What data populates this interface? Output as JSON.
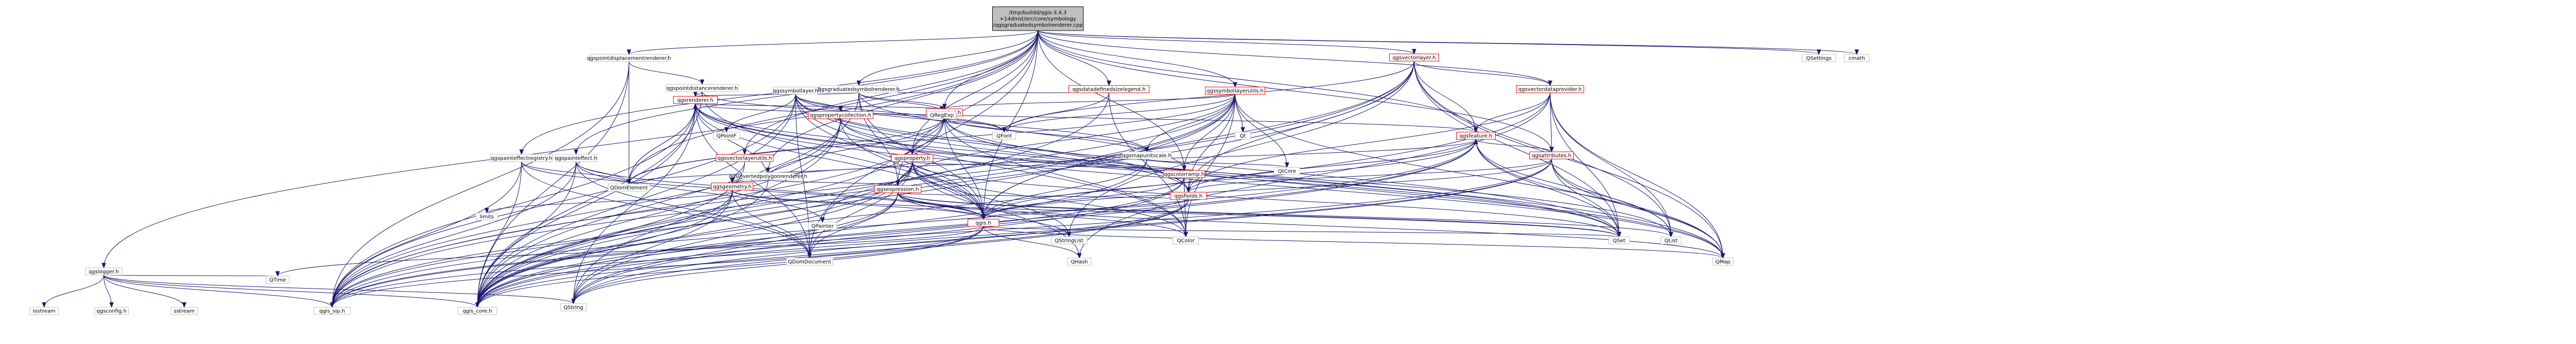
{
  "colors": {
    "root_fill": "#bfbfbf",
    "root_stroke": "#000000",
    "normal_stroke": "#bfbfbf",
    "linked_stroke": "#ff0000",
    "node_fill": "#ffffff",
    "edge": "#191970"
  },
  "nodes": [
    {
      "id": "root",
      "label": [
        "/tmp/buildd/qgis-3.4.3",
        "+14dmst/src/core/symbology",
        "/qgsgraduatedsymbolrenderer.cpp"
      ],
      "kind": "root"
    },
    {
      "id": "pointdisp",
      "label": [
        "qgspointdisplacementrenderer.h"
      ],
      "kind": "normal"
    },
    {
      "id": "pointdist",
      "label": [
        "qgspointdistancerenderer.h"
      ],
      "kind": "normal"
    },
    {
      "id": "invpoly",
      "label": [
        "qgsinvertedpolygonrenderer.h"
      ],
      "kind": "normal"
    },
    {
      "id": "gradsym",
      "label": [
        "qgsgraduatedsymbolrenderer.h"
      ],
      "kind": "normal"
    },
    {
      "id": "renderer",
      "label": [
        "qgsrenderer.h"
      ],
      "kind": "linked"
    },
    {
      "id": "symlayer",
      "label": [
        "qgssymbollayer.h"
      ],
      "kind": "normal"
    },
    {
      "id": "datadefsize",
      "label": [
        "qgsdatadefinedsizelegend.h"
      ],
      "kind": "linked"
    },
    {
      "id": "symlayerutils",
      "label": [
        "qgssymbollayerutils.h"
      ],
      "kind": "linked"
    },
    {
      "id": "vectorlayer",
      "label": [
        "qgsvectorlayer.h"
      ],
      "kind": "linked"
    },
    {
      "id": "vectordataprovider",
      "label": [
        "qgsvectordataprovider.h"
      ],
      "kind": "linked"
    },
    {
      "id": "painteffectreg",
      "label": [
        "qgspainteffectregistry.h"
      ],
      "kind": "normal"
    },
    {
      "id": "painteffect",
      "label": [
        "qgspainteffect.h"
      ],
      "kind": "normal"
    },
    {
      "id": "propcoll",
      "label": [
        "qgspropertycollection.h"
      ],
      "kind": "linked"
    },
    {
      "id": "symbol",
      "label": [
        "qgssymbol.h"
      ],
      "kind": "linked"
    },
    {
      "id": "vectorlayerutils",
      "label": [
        "qgsvectorlayerutils.h"
      ],
      "kind": "linked"
    },
    {
      "id": "property",
      "label": [
        "qgsproperty.h"
      ],
      "kind": "linked"
    },
    {
      "id": "mapunitscale",
      "label": [
        "qgsmapunitscale.h"
      ],
      "kind": "normal"
    },
    {
      "id": "colorramp",
      "label": [
        "qgscolorramp.h"
      ],
      "kind": "linked"
    },
    {
      "id": "feature",
      "label": [
        "qgsfeature.h"
      ],
      "kind": "linked"
    },
    {
      "id": "attributes",
      "label": [
        "qgsattributes.h"
      ],
      "kind": "linked"
    },
    {
      "id": "geometry",
      "label": [
        "qgsgeometry.h"
      ],
      "kind": "linked"
    },
    {
      "id": "expression",
      "label": [
        "qgsexpression.h"
      ],
      "kind": "linked"
    },
    {
      "id": "fields",
      "label": [
        "qgsfields.h"
      ],
      "kind": "linked"
    },
    {
      "id": "qgis",
      "label": [
        "qgis.h"
      ],
      "kind": "linked"
    },
    {
      "id": "qgslogger",
      "label": [
        "qgslogger.h"
      ],
      "kind": "normal"
    },
    {
      "id": "qsettings",
      "label": [
        "QSettings"
      ],
      "kind": "normal"
    },
    {
      "id": "cmath",
      "label": [
        "cmath"
      ],
      "kind": "normal"
    },
    {
      "id": "qregexp",
      "label": [
        "QRegExp"
      ],
      "kind": "normal"
    },
    {
      "id": "qfont",
      "label": [
        "QFont"
      ],
      "kind": "normal"
    },
    {
      "id": "qcolor",
      "label": [
        "QColor"
      ],
      "kind": "normal"
    },
    {
      "id": "qdomelement",
      "label": [
        "QDomElement"
      ],
      "kind": "normal"
    },
    {
      "id": "qpainter",
      "label": [
        "QPainter"
      ],
      "kind": "normal"
    },
    {
      "id": "qdomdocument",
      "label": [
        "QDomDocument"
      ],
      "kind": "normal"
    },
    {
      "id": "qtcore",
      "label": [
        "QtCore"
      ],
      "kind": "normal"
    },
    {
      "id": "qt",
      "label": [
        "Qt"
      ],
      "kind": "normal"
    },
    {
      "id": "qpointf",
      "label": [
        "QPointF"
      ],
      "kind": "normal"
    },
    {
      "id": "limits",
      "label": [
        "limits"
      ],
      "kind": "normal"
    },
    {
      "id": "qstringlist",
      "label": [
        "QStringList"
      ],
      "kind": "normal"
    },
    {
      "id": "qset",
      "label": [
        "QSet"
      ],
      "kind": "normal"
    },
    {
      "id": "qlist",
      "label": [
        "QList"
      ],
      "kind": "normal"
    },
    {
      "id": "qmap",
      "label": [
        "QMap"
      ],
      "kind": "normal"
    },
    {
      "id": "qhash",
      "label": [
        "QHash"
      ],
      "kind": "normal"
    },
    {
      "id": "qstring",
      "label": [
        "QString"
      ],
      "kind": "normal"
    },
    {
      "id": "qtime",
      "label": [
        "QTime"
      ],
      "kind": "normal"
    },
    {
      "id": "qgis_sip",
      "label": [
        "qgis_sip.h"
      ],
      "kind": "normal"
    },
    {
      "id": "qgis_core",
      "label": [
        "qgis_core.h"
      ],
      "kind": "normal"
    },
    {
      "id": "iostream",
      "label": [
        "iostream"
      ],
      "kind": "normal"
    },
    {
      "id": "qgsconfig",
      "label": [
        "qgsconfig.h"
      ],
      "kind": "normal"
    },
    {
      "id": "sstream",
      "label": [
        "sstream"
      ],
      "kind": "normal"
    }
  ],
  "edges": [
    [
      "root",
      "qgslogger"
    ],
    [
      "root",
      "pointdisp"
    ],
    [
      "root",
      "invpoly"
    ],
    [
      "root",
      "gradsym"
    ],
    [
      "root",
      "symlayerutils"
    ],
    [
      "root",
      "vectorlayer"
    ],
    [
      "root",
      "vectordataprovider"
    ],
    [
      "root",
      "painteffectreg"
    ],
    [
      "root",
      "datadefsize"
    ],
    [
      "root",
      "symbol"
    ],
    [
      "root",
      "qsettings"
    ],
    [
      "root",
      "cmath"
    ],
    [
      "root",
      "attributes"
    ],
    [
      "root",
      "qdomdocument"
    ],
    [
      "root",
      "qdomelement"
    ],
    [
      "root",
      "qgis"
    ],
    [
      "root",
      "property"
    ],
    [
      "root",
      "expression"
    ],
    [
      "root",
      "colorramp"
    ],
    [
      "root",
      "feature"
    ],
    [
      "root",
      "painteffect"
    ],
    [
      "root",
      "vectorlayerutils"
    ],
    [
      "pointdisp",
      "pointdist"
    ],
    [
      "pointdisp",
      "qgis_core"
    ],
    [
      "pointdisp",
      "qgis_sip"
    ],
    [
      "pointdisp",
      "qdomelement"
    ],
    [
      "pointdist",
      "renderer"
    ],
    [
      "pointdist",
      "qgis"
    ],
    [
      "pointdist",
      "qfont"
    ],
    [
      "pointdist",
      "qgis_core"
    ],
    [
      "invpoly",
      "renderer"
    ],
    [
      "invpoly",
      "symbol"
    ],
    [
      "invpoly",
      "expression"
    ],
    [
      "invpoly",
      "feature"
    ],
    [
      "invpoly",
      "geometry"
    ],
    [
      "invpoly",
      "qgis_core"
    ],
    [
      "gradsym",
      "renderer"
    ],
    [
      "gradsym",
      "symbol"
    ],
    [
      "gradsym",
      "datadefsize"
    ],
    [
      "gradsym",
      "expression"
    ],
    [
      "gradsym",
      "qgis"
    ],
    [
      "gradsym",
      "qregexp"
    ],
    [
      "gradsym",
      "qgis_core"
    ],
    [
      "gradsym",
      "colorramp"
    ],
    [
      "renderer",
      "symbol"
    ],
    [
      "renderer",
      "fields"
    ],
    [
      "renderer",
      "feature"
    ],
    [
      "renderer",
      "qgis"
    ],
    [
      "renderer",
      "qdomelement"
    ],
    [
      "renderer",
      "qdomdocument"
    ],
    [
      "renderer",
      "qgis_core"
    ],
    [
      "renderer",
      "qgis_sip"
    ],
    [
      "renderer",
      "qset"
    ],
    [
      "renderer",
      "qstring"
    ],
    [
      "renderer",
      "qlist"
    ],
    [
      "renderer",
      "qmap"
    ],
    [
      "renderer",
      "qdomelement"
    ],
    [
      "symlayer",
      "qcolor"
    ],
    [
      "symlayer",
      "qfont"
    ],
    [
      "symlayer",
      "qpointf"
    ],
    [
      "symlayer",
      "mapunitscale"
    ],
    [
      "symlayer",
      "qgis"
    ],
    [
      "symlayer",
      "propcoll"
    ],
    [
      "symlayer",
      "fields"
    ],
    [
      "symlayer",
      "qgis_core"
    ],
    [
      "symlayer",
      "qgis_sip"
    ],
    [
      "symlayer",
      "qmap"
    ],
    [
      "symlayer",
      "qset"
    ],
    [
      "symlayer",
      "qdomdocument"
    ],
    [
      "datadefsize",
      "qcolor"
    ],
    [
      "datadefsize",
      "qfont"
    ],
    [
      "datadefsize",
      "qgis_core"
    ],
    [
      "symlayerutils",
      "qmap"
    ],
    [
      "symlayerutils",
      "qdomelement"
    ],
    [
      "symlayerutils",
      "qcolor"
    ],
    [
      "symlayerutils",
      "qpainter"
    ],
    [
      "symlayerutils",
      "qfont"
    ],
    [
      "symlayerutils",
      "qt"
    ],
    [
      "symlayerutils",
      "qtcore"
    ],
    [
      "symlayerutils",
      "qgis_core"
    ],
    [
      "symlayerutils",
      "qgis_sip"
    ],
    [
      "symlayerutils",
      "symbol"
    ],
    [
      "symlayerutils",
      "mapunitscale"
    ],
    [
      "symlayerutils",
      "colorramp"
    ],
    [
      "symlayerutils",
      "fields"
    ],
    [
      "symlayerutils",
      "qgis"
    ],
    [
      "symlayerutils",
      "expression"
    ],
    [
      "vectorlayer",
      "qgis_core"
    ],
    [
      "vectorlayer",
      "qmap"
    ],
    [
      "vectorlayer",
      "qset"
    ],
    [
      "vectorlayer",
      "qlist"
    ],
    [
      "vectorlayer",
      "qstringlist"
    ],
    [
      "vectorlayer",
      "qfont"
    ],
    [
      "vectorlayer",
      "qgis"
    ],
    [
      "vectorlayer",
      "feature"
    ],
    [
      "vectorlayer",
      "fields"
    ],
    [
      "vectorlayer",
      "vectordataprovider"
    ],
    [
      "vectorlayer",
      "qgis_sip"
    ],
    [
      "vectordataprovider",
      "qgis_core"
    ],
    [
      "vectordataprovider",
      "qset"
    ],
    [
      "vectordataprovider",
      "qmap"
    ],
    [
      "vectordataprovider",
      "qhash"
    ],
    [
      "vectordataprovider",
      "qlist"
    ],
    [
      "vectordataprovider",
      "feature"
    ],
    [
      "vectordataprovider",
      "attributes"
    ],
    [
      "vectordataprovider",
      "fields"
    ],
    [
      "painteffectreg",
      "qgis_core"
    ],
    [
      "painteffectreg",
      "qgis"
    ],
    [
      "painteffectreg",
      "qgis_sip"
    ],
    [
      "painteffectreg",
      "qdomelement"
    ],
    [
      "painteffectreg",
      "qdomdocument"
    ],
    [
      "painteffect",
      "qgis_core"
    ],
    [
      "painteffect",
      "qgis"
    ],
    [
      "painteffect",
      "qpainter"
    ],
    [
      "painteffect",
      "qdomelement"
    ],
    [
      "painteffect",
      "qgis_sip"
    ],
    [
      "painteffect",
      "qdomdocument"
    ],
    [
      "propcoll",
      "qgis_core"
    ],
    [
      "propcoll",
      "qgis_sip"
    ],
    [
      "propcoll",
      "qgis"
    ],
    [
      "propcoll",
      "property"
    ],
    [
      "propcoll",
      "qstring"
    ],
    [
      "propcoll",
      "qset"
    ],
    [
      "symbol",
      "qgis_core"
    ],
    [
      "symbol",
      "qgis"
    ],
    [
      "symbol",
      "qmap"
    ],
    [
      "symbol",
      "mapunitscale"
    ],
    [
      "symbol",
      "property"
    ],
    [
      "symbol",
      "fields"
    ],
    [
      "symbol",
      "qgis_sip"
    ],
    [
      "symbol",
      "qdomelement"
    ],
    [
      "symbol",
      "qcolor"
    ],
    [
      "vectorlayerutils",
      "qgis_core"
    ],
    [
      "vectorlayerutils",
      "geometry"
    ],
    [
      "property",
      "qgis_core"
    ],
    [
      "property",
      "qgis"
    ],
    [
      "property",
      "qgis_sip"
    ],
    [
      "property",
      "expression"
    ],
    [
      "property",
      "colorramp"
    ],
    [
      "property",
      "qdomelement"
    ],
    [
      "property",
      "qdomdocument"
    ],
    [
      "property",
      "qcolor"
    ],
    [
      "property",
      "qstringlist"
    ],
    [
      "property",
      "qhash"
    ],
    [
      "property",
      "qvariant_skip"
    ],
    [
      "property",
      "qstring"
    ],
    [
      "property",
      "qset"
    ],
    [
      "mapunitscale",
      "qtcore"
    ],
    [
      "mapunitscale",
      "qgis_core"
    ],
    [
      "mapunitscale",
      "qgis"
    ],
    [
      "colorramp",
      "qgis_core"
    ],
    [
      "colorramp",
      "qgis_sip"
    ],
    [
      "colorramp",
      "qgis"
    ],
    [
      "colorramp",
      "qcolor"
    ],
    [
      "feature",
      "qgis_core"
    ],
    [
      "feature",
      "qgis_sip"
    ],
    [
      "feature",
      "qgis"
    ],
    [
      "feature",
      "qlist"
    ],
    [
      "feature",
      "qset"
    ],
    [
      "feature",
      "qmap"
    ],
    [
      "feature",
      "qvector_skip"
    ],
    [
      "feature",
      "fields"
    ],
    [
      "feature",
      "attributes"
    ],
    [
      "feature",
      "qdomdocument_skip"
    ],
    [
      "feature",
      "qstring"
    ],
    [
      "attributes",
      "qgis_core"
    ],
    [
      "attributes",
      "qmap"
    ],
    [
      "attributes",
      "qstring"
    ],
    [
      "attributes",
      "qlist"
    ],
    [
      "attributes",
      "qgis"
    ],
    [
      "attributes",
      "fields"
    ],
    [
      "attributes",
      "qset"
    ],
    [
      "attributes",
      "qgis_sip"
    ],
    [
      "geometry",
      "qgis_core"
    ],
    [
      "geometry",
      "qgis_sip"
    ],
    [
      "geometry",
      "qgis"
    ],
    [
      "geometry",
      "qset"
    ],
    [
      "geometry",
      "qstring"
    ],
    [
      "geometry",
      "qdomdocument"
    ],
    [
      "geometry",
      "limits"
    ],
    [
      "expression",
      "qgis_core"
    ],
    [
      "expression",
      "qgis"
    ],
    [
      "expression",
      "qstringlist"
    ],
    [
      "expression",
      "qset"
    ],
    [
      "expression",
      "qlist"
    ],
    [
      "expression",
      "qdomdocument"
    ],
    [
      "expression",
      "qcolor"
    ],
    [
      "expression",
      "fields"
    ],
    [
      "expression",
      "qstring"
    ],
    [
      "expression",
      "qmap"
    ],
    [
      "fields",
      "qgis_core"
    ],
    [
      "fields",
      "qgis_sip"
    ],
    [
      "fields",
      "qgis"
    ],
    [
      "fields",
      "qstring"
    ],
    [
      "qgis",
      "qgis_core"
    ],
    [
      "qgis",
      "qgis_sip"
    ],
    [
      "qgis",
      "qstring"
    ],
    [
      "qgis",
      "qmap"
    ],
    [
      "qgis",
      "qhash"
    ],
    [
      "qgis",
      "qset"
    ],
    [
      "qgis",
      "qdomdocument_skip"
    ],
    [
      "qgis",
      "qtime"
    ],
    [
      "qgslogger",
      "iostream"
    ],
    [
      "qgslogger",
      "qgsconfig"
    ],
    [
      "qgslogger",
      "sstream"
    ],
    [
      "qgslogger",
      "qstring"
    ],
    [
      "qgslogger",
      "qtime"
    ],
    [
      "qgslogger",
      "qgis_core"
    ],
    [
      "qgslogger",
      "qgis_sip"
    ]
  ]
}
